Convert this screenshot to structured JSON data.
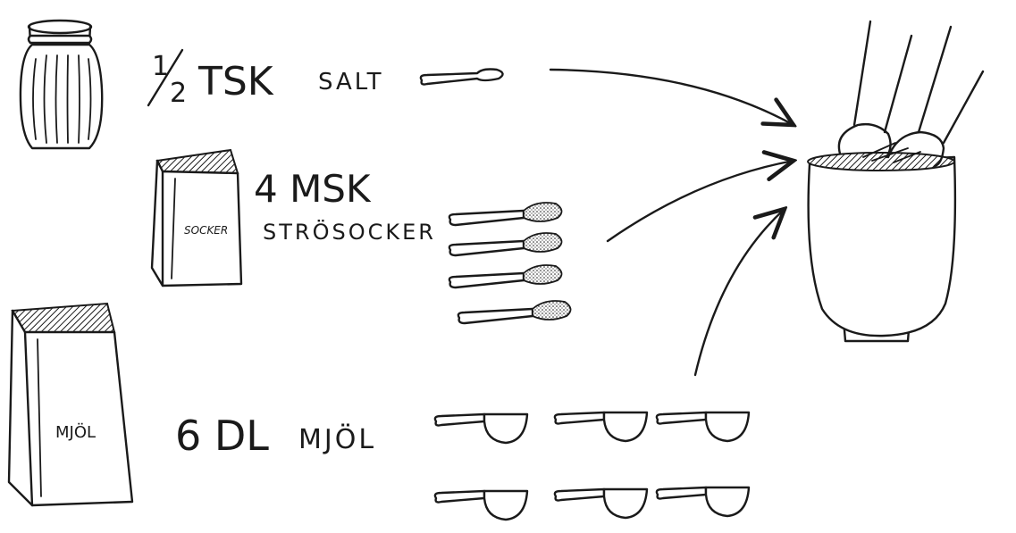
{
  "ingredients": {
    "salt": {
      "fraction_num": "1",
      "fraction_den": "2",
      "unit": "TSK",
      "name": "SALT"
    },
    "sugar": {
      "amount": "4 MSK",
      "name": "STRÖSOCKER",
      "package_label": "SOCKER"
    },
    "flour": {
      "amount": "6 DL",
      "name": "MJÖL",
      "package_label": "MJÖL"
    }
  },
  "icons": [
    "salt-shaker-icon",
    "sugar-bag-icon",
    "flour-bag-icon",
    "teaspoon-icon",
    "tablespoon-icon",
    "deciliter-measure-icon",
    "mixing-bowl-icon",
    "hands-icon"
  ],
  "colors": {
    "ink": "#1a1a1a",
    "paper": "#ffffff"
  }
}
